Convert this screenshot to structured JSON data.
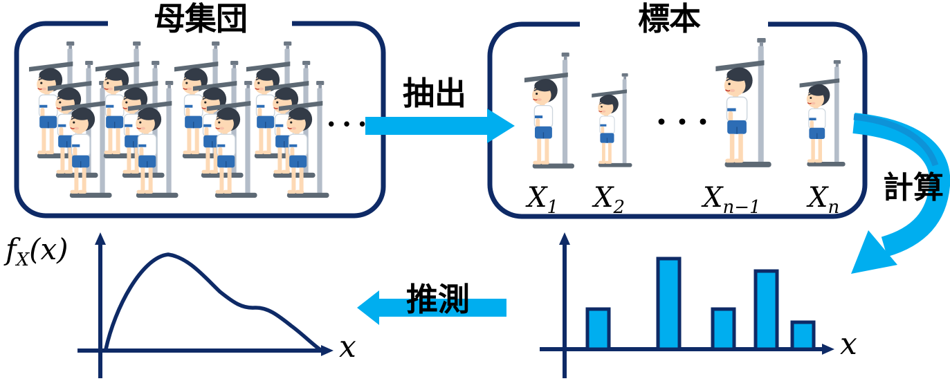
{
  "population": {
    "title": "母集団",
    "ellipsis": "•••",
    "figure_count": 12,
    "description_icon": "children-at-height-scale"
  },
  "sample": {
    "title": "標本",
    "ellipsis": "•••",
    "labels": [
      {
        "base": "X",
        "sub": "1"
      },
      {
        "base": "X",
        "sub": "2"
      },
      {
        "base": "X",
        "sub": "n−1"
      },
      {
        "base": "X",
        "sub": "n"
      }
    ]
  },
  "arrows": {
    "extract": "抽出",
    "calculate": "計算",
    "infer": "推測"
  },
  "density": {
    "f": "f",
    "fsub": "X",
    "frest": "(x)",
    "xlabel": "x"
  },
  "histogram": {
    "xlabel": "x"
  },
  "colors": {
    "navy": "#0e2a66",
    "cyan": "#00aeef",
    "cyan_shade": "#0d93d8",
    "bar_fill": "#00aeef",
    "text": "#000000"
  },
  "chart_data": [
    {
      "type": "line",
      "name": "population-density-curve",
      "title": "",
      "xlabel": "x",
      "ylabel": "f_X(x)",
      "x": [
        0.0,
        0.05,
        0.1,
        0.15,
        0.2,
        0.25,
        0.3,
        0.35,
        0.4,
        0.45,
        0.5,
        0.55,
        0.6,
        0.65,
        0.7,
        0.75,
        0.8,
        0.85,
        0.9,
        0.95,
        1.0
      ],
      "y": [
        0.0,
        0.3,
        0.62,
        0.88,
        1.0,
        0.98,
        0.88,
        0.75,
        0.62,
        0.52,
        0.46,
        0.44,
        0.45,
        0.44,
        0.4,
        0.33,
        0.25,
        0.17,
        0.1,
        0.04,
        0.0
      ],
      "xlim": [
        0,
        1
      ],
      "ylim": [
        0,
        1.1
      ],
      "grid": false,
      "ticks": "none",
      "legend": "none"
    },
    {
      "type": "bar",
      "name": "sample-histogram",
      "title": "",
      "xlabel": "x",
      "ylabel": "",
      "categories": [
        "bar1",
        "bar2",
        "bar3",
        "bar4",
        "bar5"
      ],
      "values": [
        0.44,
        1.0,
        0.44,
        0.86,
        0.3
      ],
      "ylim": [
        0,
        1.2
      ],
      "grid": false,
      "ticks": "none",
      "legend": "none",
      "note": "axes are unlabeled; values are relative bar heights"
    }
  ]
}
